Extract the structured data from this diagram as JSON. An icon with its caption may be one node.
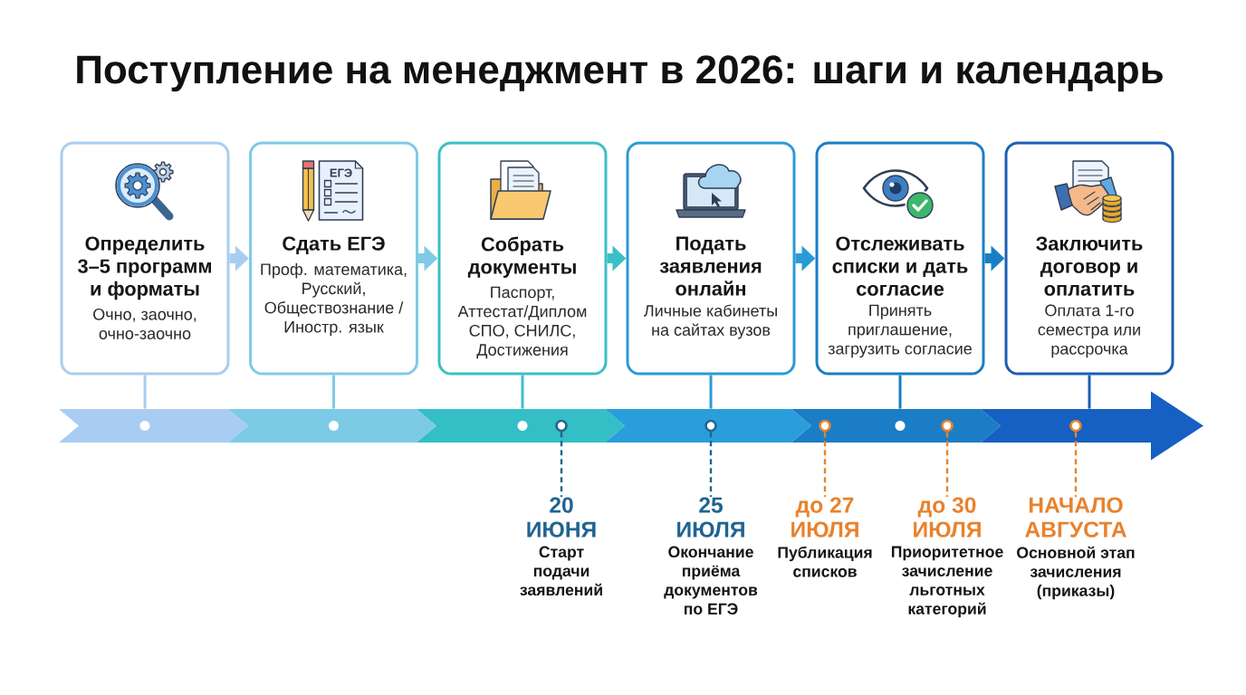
{
  "diagram": {
    "title": "Поступление на менеджмент в 2026: шаги и календарь",
    "nodes": [
      {
        "text": [
          "Определить 3–5 программ и форматы",
          "Очно, заочно, очно-заочно"
        ]
      },
      {
        "text": [
          "Сдать ЕГЭ",
          "Проф. математика, Русский, Обществознание / Иностр. язык"
        ]
      },
      {
        "text": [
          "Собрать документы",
          "Паспорт, Аттестат/Диплом СПО, СНИЛС, Достижения"
        ]
      },
      {
        "text": [
          "Подать заявления онлайн",
          "Личные кабинеты на сайтах вузов"
        ]
      },
      {
        "text": [
          "Отслеживать списки и дать согласие",
          "Принять приглашение, загрузить согласие"
        ]
      },
      {
        "text": [
          "Заключить договор и оплатить",
          "Оплата 1-го семестра или рассрочка"
        ]
      },
      {
        "text": [],
        "shape": "arrow"
      },
      {
        "text": [],
        "shape": "circle",
        "in": 6
      },
      {
        "text": [],
        "shape": "circle",
        "in": 6
      },
      {
        "text": [],
        "shape": "circle",
        "in": 6
      },
      {
        "text": [],
        "shape": "circle",
        "in": 6
      },
      {
        "text": [],
        "shape": "circle",
        "in": 6
      },
      {
        "text": [],
        "shape": "circle",
        "in": 6
      },
      {
        "text": [],
        "shape": "circle",
        "in": 6
      },
      {
        "text": [],
        "shape": "circle",
        "in": 6
      },
      {
        "text": [],
        "shape": "circle",
        "in": 6
      },
      {
        "text": [
          "20 ИЮНЯ",
          "Старт подачи заявлений"
        ]
      },
      {
        "text": [
          "25 ИЮЛЯ",
          "Окончание приёма документов по ЕГЭ"
        ]
      },
      {
        "text": [
          "до 27 ИЮЛЯ",
          "Публикация списков"
        ]
      },
      {
        "text": [
          "до 30 ИЮЛЯ",
          "Приоритетное зачисление льготных категорий"
        ]
      },
      {
        "text": [
          "НАЧАЛО АВГУСТА",
          "Основной этап зачисления (приказы)"
        ]
      }
    ],
    "edges": [
      {
        "from": 0,
        "to": 1,
        "arrow": "to",
        "style": "thick",
        "color": "#a9cdf0"
      },
      {
        "from": 1,
        "to": 2,
        "arrow": "to",
        "style": "thick",
        "color": "#7fcbe5"
      },
      {
        "from": 2,
        "to": 3,
        "arrow": "to",
        "style": "thick",
        "color": "#3cbfc6"
      },
      {
        "from": 3,
        "to": 4,
        "arrow": "to",
        "style": "thick",
        "color": "#2a9bd6"
      },
      {
        "from": 4,
        "to": 5,
        "arrow": "to",
        "style": "thick",
        "color": "#1a7ec4"
      },
      {
        "from": 0,
        "to": 7,
        "arrow": "none",
        "color": "#a9cdf0"
      },
      {
        "from": 1,
        "to": 8,
        "arrow": "none",
        "color": "#7fcbe5"
      },
      {
        "from": 2,
        "to": 9,
        "arrow": "none",
        "color": "#3cbfc6"
      },
      {
        "from": 3,
        "to": 11,
        "arrow": "none",
        "color": "#2a9bd6"
      },
      {
        "from": 4,
        "to": 13,
        "arrow": "none",
        "color": "#1a7ec4"
      },
      {
        "from": 5,
        "to": 6,
        "arrow": "none",
        "color": "#1b5fb5"
      },
      {
        "from": 10,
        "to": 16,
        "arrow": "none",
        "style": "dashed",
        "color": "#1f6491"
      },
      {
        "from": 11,
        "to": 17,
        "arrow": "none",
        "style": "dashed",
        "color": "#1f6491"
      },
      {
        "from": 12,
        "to": 18,
        "arrow": "none",
        "style": "dashed",
        "color": "#e8822e"
      },
      {
        "from": 14,
        "to": 19,
        "arrow": "none",
        "style": "dashed",
        "color": "#e8822e"
      },
      {
        "from": 15,
        "to": 20,
        "arrow": "none",
        "style": "dashed",
        "color": "#e8822e"
      }
    ],
    "labels": [
      "ЕГЭ"
    ]
  }
}
